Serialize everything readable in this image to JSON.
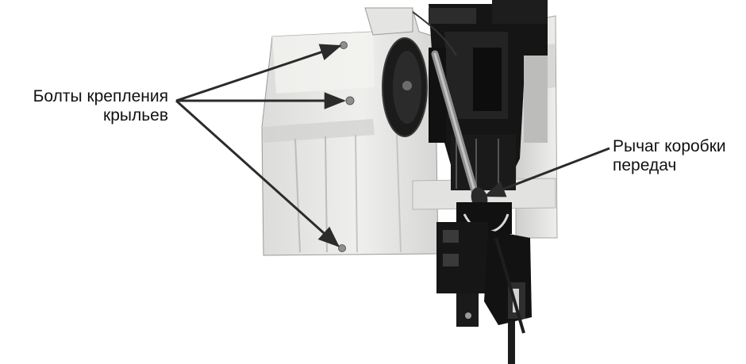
{
  "annotations": {
    "bolts": {
      "line1": "Болты крепления",
      "line2": "крыльев"
    },
    "lever": {
      "line1": "Рычаг коробки",
      "line2": "передач"
    }
  },
  "colors": {
    "text": "#111111",
    "arrow": "#2b2b2b",
    "fender": "#e8e8e6",
    "machine_dark": "#151515"
  }
}
